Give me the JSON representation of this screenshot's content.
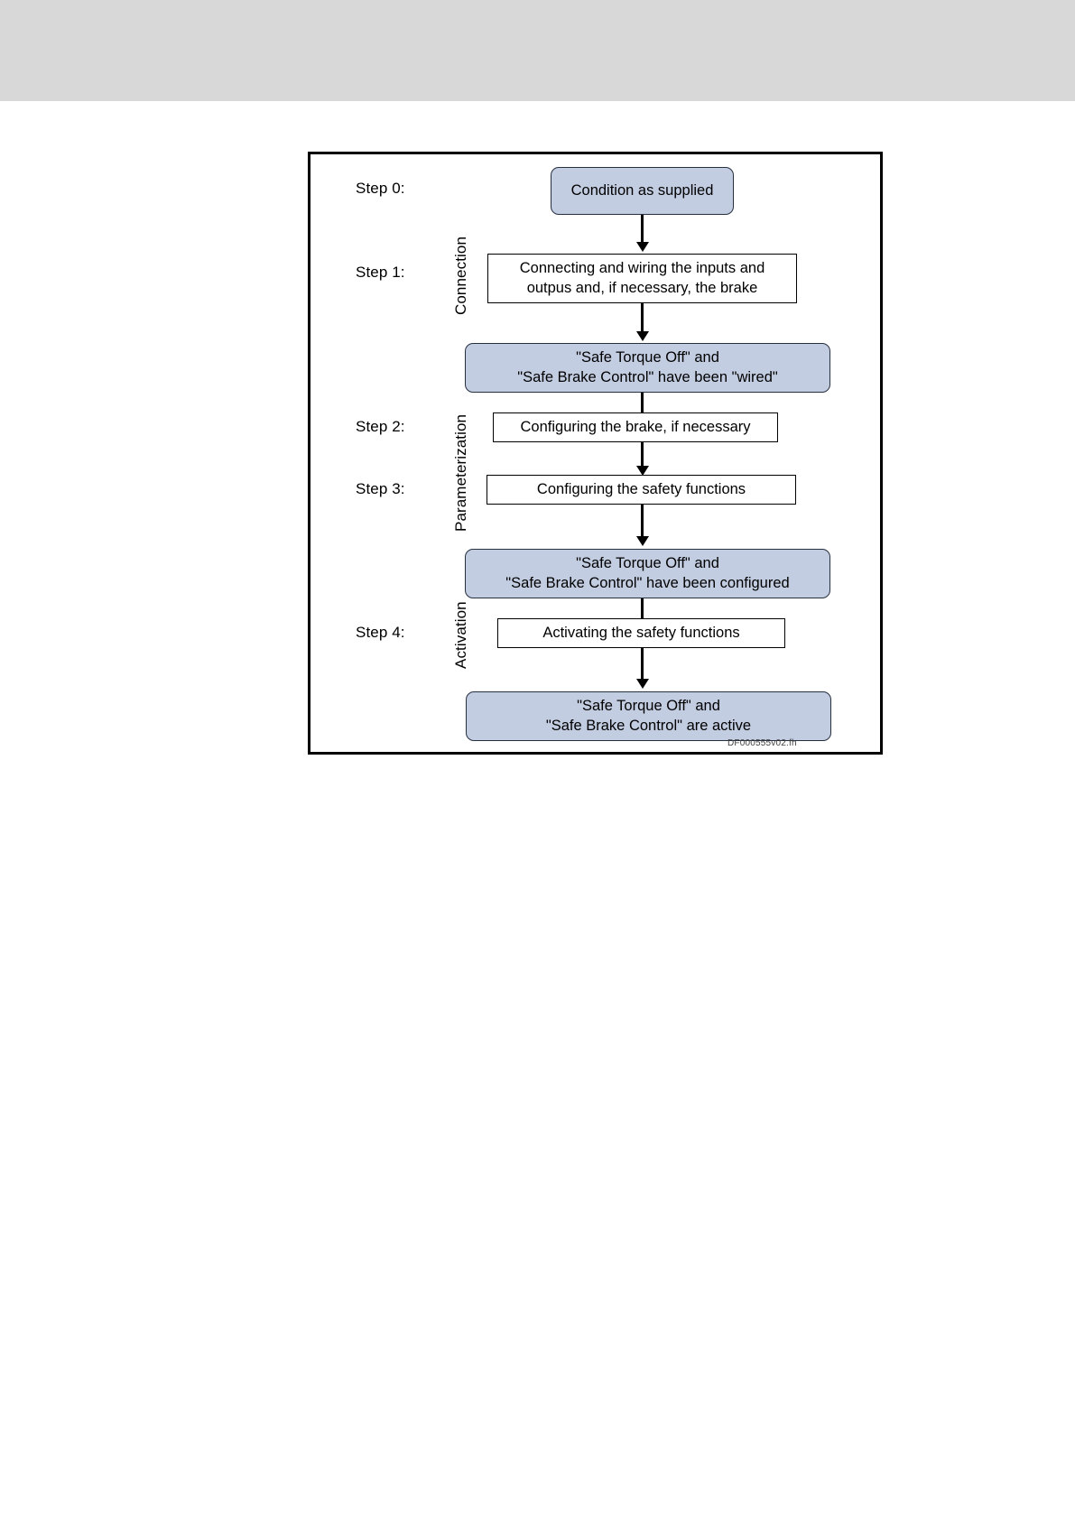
{
  "page": {
    "background_color": "#ffffff",
    "header_band_color": "#d8d8d8"
  },
  "figure": {
    "id_caption": "DF000555v02.fh",
    "frame_border_color": "#000000",
    "state_fill_color": "#c3cde2",
    "state_border_color": "#27303f",
    "action_fill_color": "#ffffff",
    "action_border_color": "#000000",
    "arrow_color": "#000000"
  },
  "steps": [
    {
      "key": "step0",
      "label": "Step 0:"
    },
    {
      "key": "step1",
      "label": "Step 1:"
    },
    {
      "key": "step2",
      "label": "Step 2:"
    },
    {
      "key": "step3",
      "label": "Step 3:"
    },
    {
      "key": "step4",
      "label": "Step 4:"
    }
  ],
  "phases": [
    {
      "key": "connection",
      "label": "Connection"
    },
    {
      "key": "parameterization",
      "label": "Parameterization"
    },
    {
      "key": "activation",
      "label": "Activation"
    }
  ],
  "nodes": [
    {
      "key": "condition-as-supplied",
      "kind": "state",
      "lines": [
        "Condition as supplied"
      ]
    },
    {
      "key": "connecting-and-wiring",
      "kind": "action",
      "lines": [
        "Connecting and wiring the inputs and",
        "outpus and, if necessary, the brake"
      ]
    },
    {
      "key": "sto-sbc-wired",
      "kind": "state",
      "lines": [
        "\"Safe Torque Off\" and",
        "\"Safe Brake Control\" have been \"wired\""
      ]
    },
    {
      "key": "configuring-the-brake",
      "kind": "action",
      "lines": [
        "Configuring the brake, if necessary"
      ]
    },
    {
      "key": "configuring-safety-functions",
      "kind": "action",
      "lines": [
        "Configuring the safety functions"
      ]
    },
    {
      "key": "sto-sbc-configured",
      "kind": "state",
      "lines": [
        "\"Safe Torque Off\" and",
        "\"Safe Brake Control\" have been configured"
      ]
    },
    {
      "key": "activating-safety-functions",
      "kind": "action",
      "lines": [
        "Activating the safety functions"
      ]
    },
    {
      "key": "sto-sbc-active",
      "kind": "state",
      "lines": [
        "\"Safe Torque Off\" and",
        "\"Safe Brake Control\" are active"
      ]
    }
  ]
}
